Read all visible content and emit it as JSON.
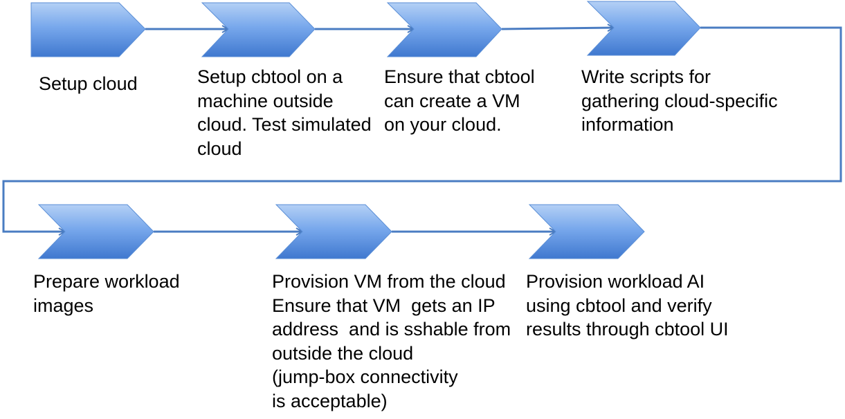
{
  "colors": {
    "chevron_top": "#b4d0f5",
    "chevron_mid": "#78a8ec",
    "chevron_bottom": "#3f78cf",
    "chevron_outline": "#5a8ed6",
    "connector": "#4a7cc2"
  },
  "steps": [
    {
      "lines": [
        "Setup cloud"
      ]
    },
    {
      "lines": [
        "Setup cbtool on a",
        "machine outside",
        "cloud. Test simulated",
        "cloud"
      ]
    },
    {
      "lines": [
        "Ensure that cbtool",
        "can create a VM",
        "on your cloud."
      ]
    },
    {
      "lines": [
        "Write scripts for",
        "gathering cloud-specific",
        "information"
      ]
    },
    {
      "lines": [
        "Prepare workload",
        "images"
      ]
    },
    {
      "lines": [
        "Provision VM from the cloud",
        "Ensure that VM  gets an IP",
        "address  and is sshable from",
        "outside the cloud",
        "(jump-box connectivity",
        "is acceptable)"
      ]
    },
    {
      "lines": [
        "Provision workload AI",
        "using cbtool and verify",
        "results through cbtool UI"
      ]
    }
  ]
}
